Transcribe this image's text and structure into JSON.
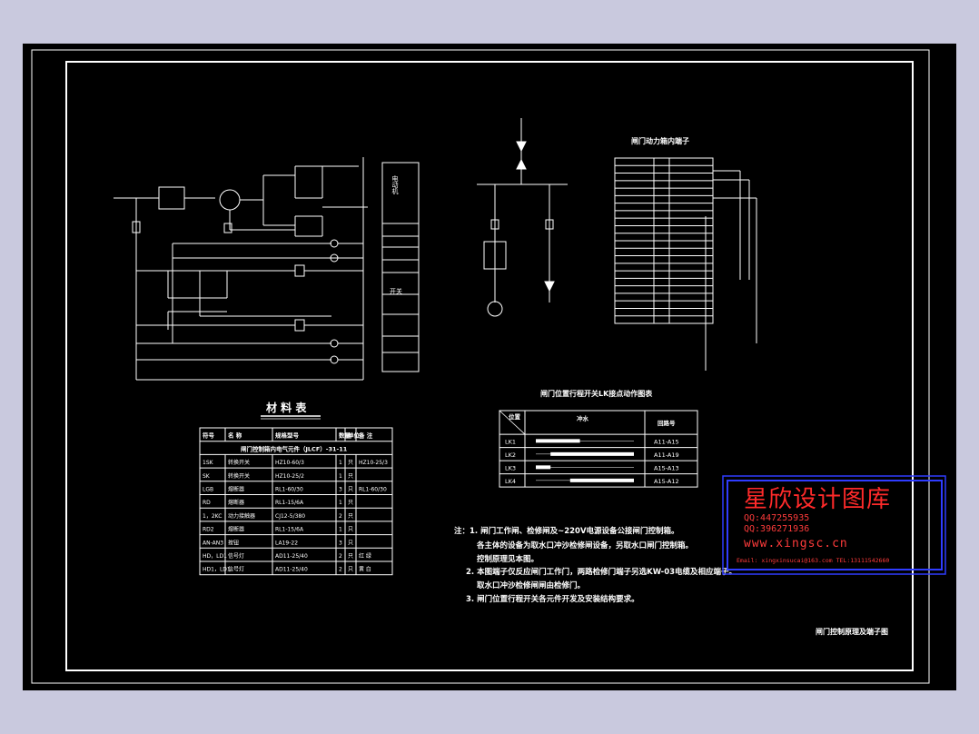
{
  "legend_table": {
    "title": "材 料 表",
    "headers": [
      "符号",
      "名 称",
      "规格型号",
      "数量",
      "单位",
      "备 注"
    ],
    "group_row": "闸门控制箱内电气元件（JLCF）-31-11",
    "rows": [
      [
        "1SK",
        "转换开关",
        "HZ10-60/3",
        "1",
        "只",
        "HZ10-25/3"
      ],
      [
        "SK",
        "转换开关",
        "HZ10-25/2",
        "1",
        "只",
        ""
      ],
      [
        "LGB",
        "熔断器",
        "RL1-60/30",
        "3",
        "只",
        "RL1-60/30"
      ],
      [
        "RD",
        "熔断器",
        "RL1-15/6A",
        "1",
        "只",
        ""
      ],
      [
        "1，2KC",
        "动力接触器",
        "CJ12-5/380",
        "2",
        "只",
        ""
      ],
      [
        "RD2",
        "熔断器",
        "RL1-15/6A",
        "1",
        "只",
        ""
      ],
      [
        "AN-AN3",
        "按钮",
        "LA19-22",
        "3",
        "只",
        ""
      ],
      [
        "HD，LD1",
        "信号灯",
        "AD11-25/40",
        "2",
        "只",
        "红 绿"
      ],
      [
        "HD1，LD1",
        "信号灯",
        "AD11-25/40",
        "2",
        "只",
        "黄 白"
      ]
    ]
  },
  "position_table": {
    "title": "闸门位置行程开关LK接点动作图表",
    "headers": [
      "位置",
      "冲水",
      "回路号"
    ],
    "rows": [
      {
        "label": "LK1",
        "circuit": "A11-A15"
      },
      {
        "label": "LK2",
        "circuit": "A11-A19"
      },
      {
        "label": "LK3",
        "circuit": "A15-A13"
      },
      {
        "label": "LK4",
        "circuit": "A15-A12"
      }
    ]
  },
  "terminal_table": {
    "title": "闸门动力箱内端子"
  },
  "notes": [
    "注：1. 闸门工作闸、检修闸及~220V电源设备公接闸门控制箱。",
    "各主体的设备为取水口冲沙检修闸设备，另取水口闸门控制箱。",
    "控制原理见本图。",
    "2. 本图端子仅反应闸门工作门，两路检修门端子另选KW-03电缆及相应端子。",
    "取水口冲沙检修闸闸由检修门。",
    "3. 闸门位置行程开关各元件开发及安装结构要求。"
  ],
  "side_labels": [
    "电动机",
    "开关"
  ],
  "drawing_title": "闸门控制原理及端子图",
  "watermark": {
    "title": "星欣设计图库",
    "qq1": "QQ:447255935",
    "qq2": "QQ:396271936",
    "url": "www.xingsc.cn",
    "mail": "Email: xingxinsucai@163.com  TEL:13111542660"
  }
}
